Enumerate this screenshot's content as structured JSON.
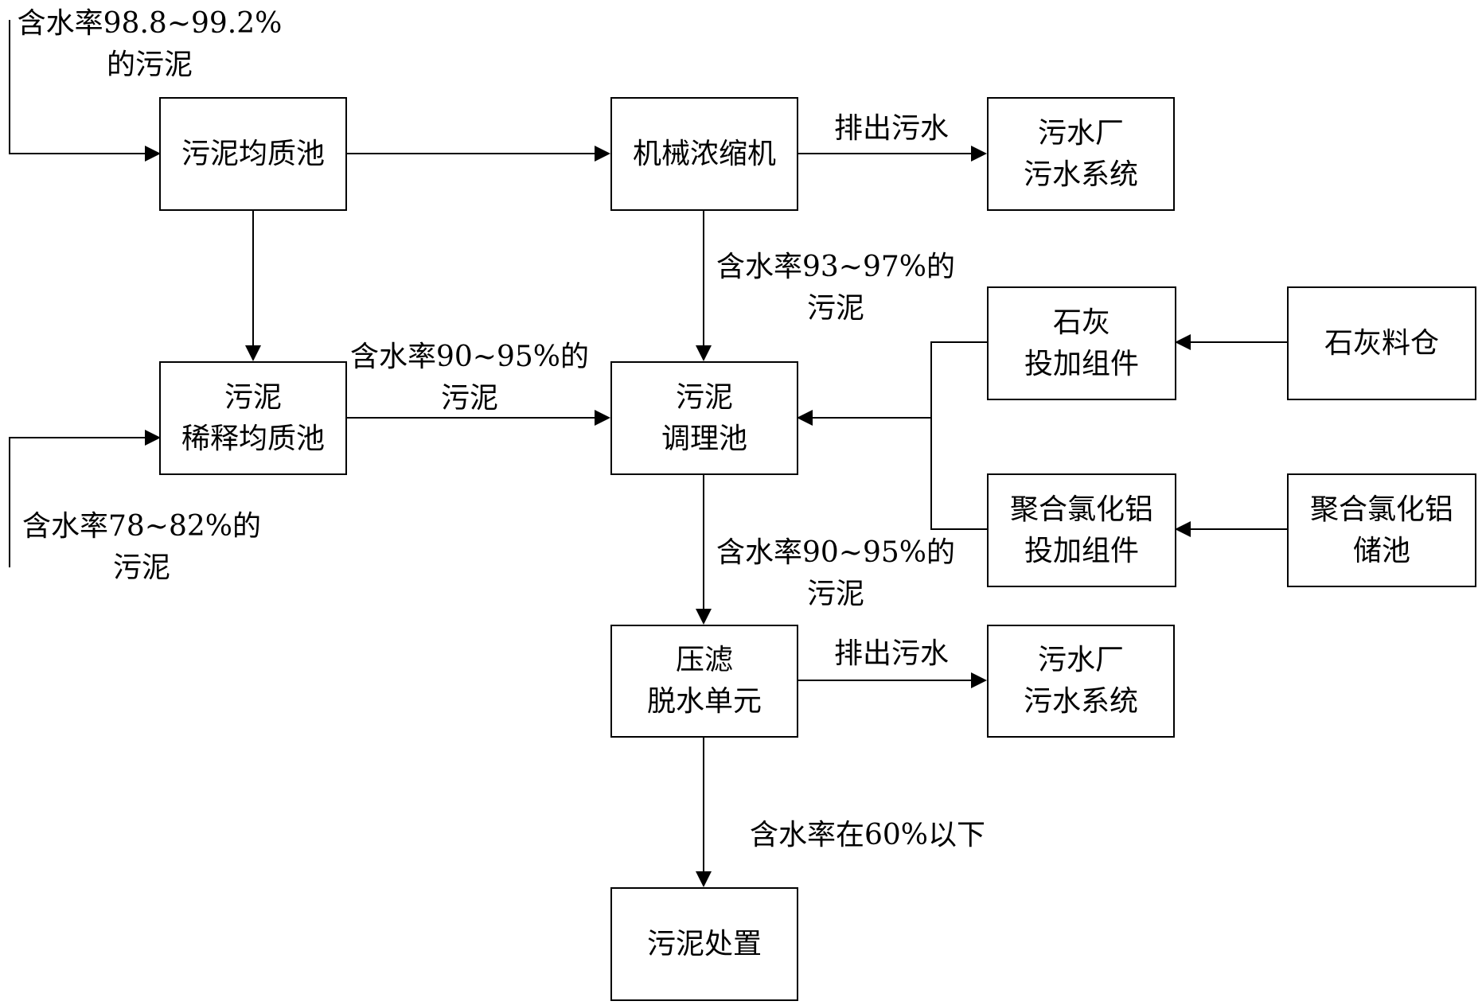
{
  "boxes": {
    "homogenizer": {
      "label": "污泥均质池"
    },
    "thickener": {
      "label": "机械浓缩机"
    },
    "plant_top": {
      "line1": "污水厂",
      "line2": "污水系统"
    },
    "dilution": {
      "line1": "污泥",
      "line2": "稀释均质池"
    },
    "conditioning": {
      "line1": "污泥",
      "line2": "调理池"
    },
    "lime_dosing": {
      "line1": "石灰",
      "line2": "投加组件"
    },
    "lime_silo": {
      "label": "石灰料仓"
    },
    "pac_dosing": {
      "line1": "聚合氯化铝",
      "line2": "投加组件"
    },
    "pac_tank": {
      "line1": "聚合氯化铝",
      "line2": "储池"
    },
    "filter_press": {
      "line1": "压滤",
      "line2": "脱水单元"
    },
    "plant_bottom": {
      "line1": "污水厂",
      "line2": "污水系统"
    },
    "disposal": {
      "label": "污泥处置"
    }
  },
  "labels": {
    "input_top": {
      "line1": "含水率98.8~99.2%",
      "line2": "的污泥"
    },
    "input_left": {
      "line1": "含水率78~82%的",
      "line2": "污泥"
    },
    "thickened": {
      "line1": "含水率93~97%的",
      "line2": "污泥"
    },
    "diluted": {
      "line1": "含水率90~95%的",
      "line2": "污泥"
    },
    "conditioned": {
      "line1": "含水率90~95%的",
      "line2": "污泥"
    },
    "discharge_top": "排出污水",
    "discharge_bottom": "排出污水",
    "final": "含水率在60%以下"
  }
}
